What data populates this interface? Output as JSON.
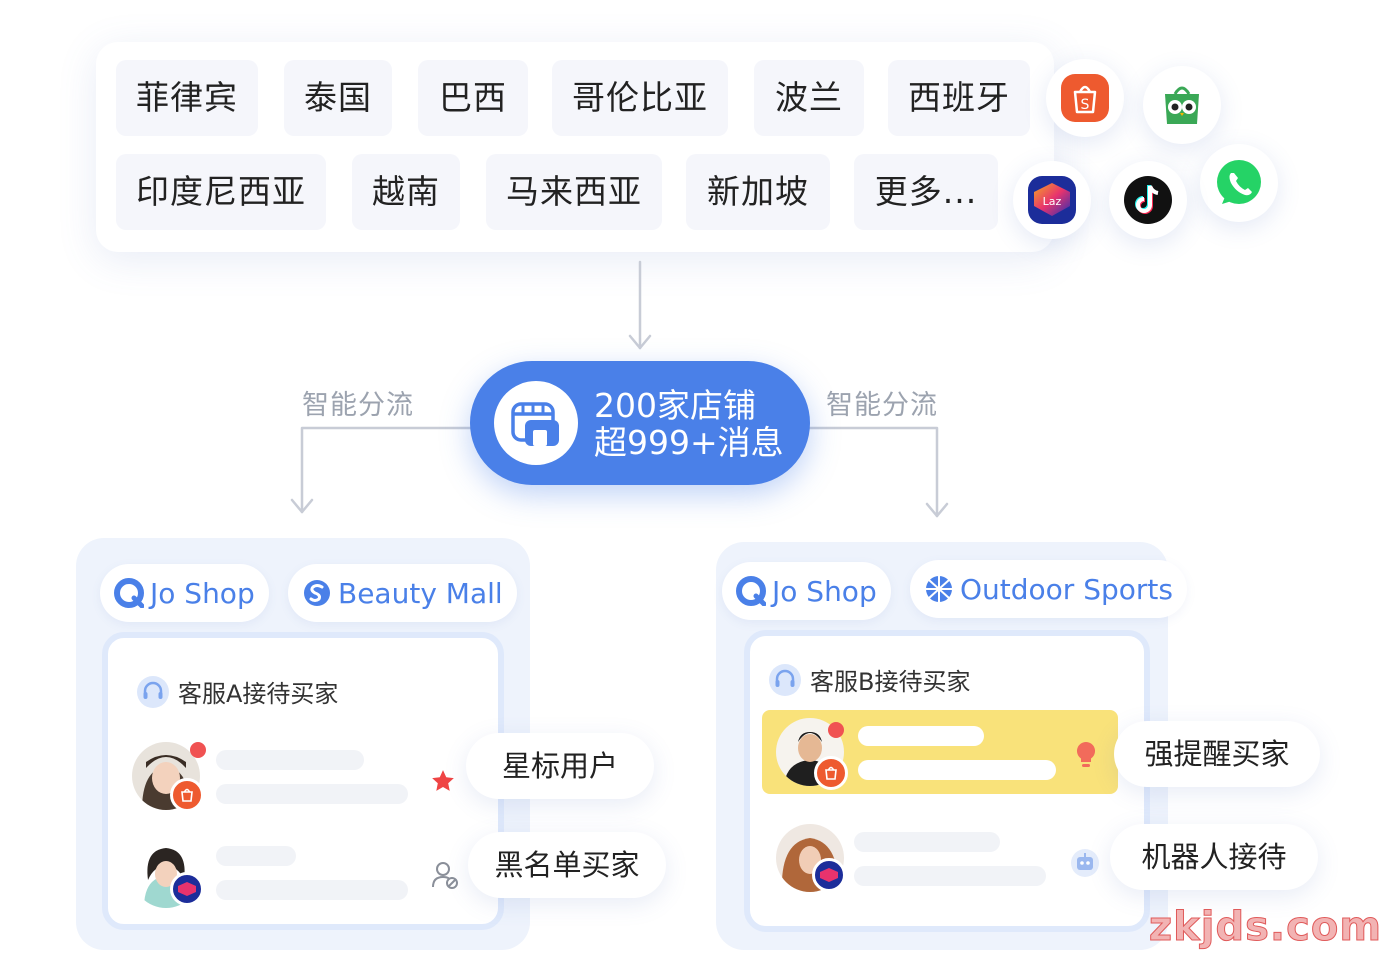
{
  "countries": {
    "row1": [
      "菲律宾",
      "泰国",
      "巴西",
      "哥伦比亚",
      "波兰",
      "西班牙"
    ],
    "row2": [
      "印度尼西亚",
      "越南",
      "马来西亚",
      "新加坡",
      "更多..."
    ]
  },
  "apps": {
    "shopee_letter": "S",
    "lazada_text": "Laz"
  },
  "hub": {
    "line1": "200家店铺",
    "line2": "超999+消息"
  },
  "flow": {
    "left_label": "智能分流",
    "right_label": "智能分流"
  },
  "left_panel": {
    "shop1": "Jo Shop",
    "shop2": "Beauty Mall",
    "agent_title": "客服A接待买家",
    "tag1": "星标用户",
    "tag2": "黑名单买家"
  },
  "right_panel": {
    "shop1": "Jo Shop",
    "shop2": "Outdoor Sports",
    "agent_title": "客服B接待买家",
    "tag1": "强提醒买家",
    "tag2": "机器人接待"
  },
  "watermark": "zkjds.com",
  "colors": {
    "primary": "#4a80e8",
    "highlight": "#f9e27a",
    "shopee": "#ee5a2f",
    "lazada": "#1c2d9a",
    "star": "#ef4444"
  }
}
